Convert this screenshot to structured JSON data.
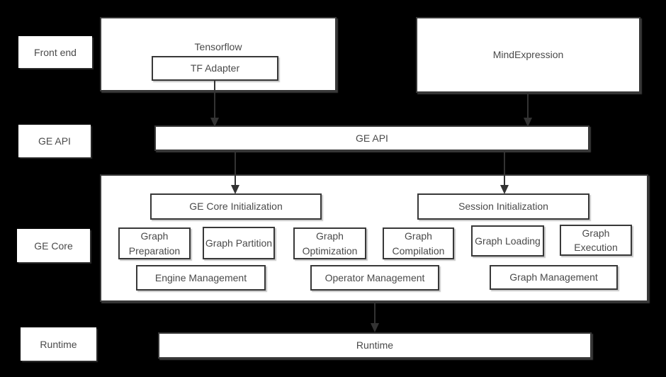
{
  "colors": {
    "background": "#000000",
    "box_fill": "#ffffff",
    "box_border": "#383838",
    "text": "#4a4a4a",
    "arrow": "#333333"
  },
  "row_labels": [
    {
      "label": "Front end"
    },
    {
      "label": "GE API"
    },
    {
      "label": "GE Core"
    },
    {
      "label": "Runtime"
    }
  ],
  "front_end": {
    "tensorflow_label": "Tensorflow",
    "tf_adapter_label": "TF Adapter",
    "mind_expression_label": "MindExpression"
  },
  "ge_api": {
    "label": "GE API"
  },
  "ge_core": {
    "init_boxes": [
      {
        "label": "GE Core Initialization"
      },
      {
        "label": "Session Initialization"
      }
    ],
    "stage_boxes": [
      {
        "label": "Graph Preparation"
      },
      {
        "label": "Graph Partition"
      },
      {
        "label": "Graph Optimization"
      },
      {
        "label": "Graph Compilation"
      },
      {
        "label": "Graph Loading"
      },
      {
        "label": "Graph Execution"
      }
    ],
    "management_boxes": [
      {
        "label": "Engine Management"
      },
      {
        "label": "Operator Management"
      },
      {
        "label": "Graph Management"
      }
    ]
  },
  "runtime": {
    "label": "Runtime"
  }
}
